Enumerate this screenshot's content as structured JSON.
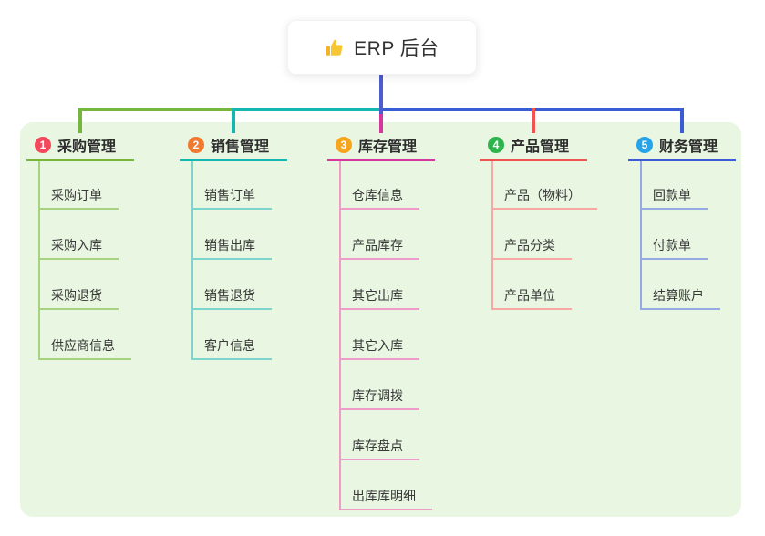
{
  "root": {
    "title": "ERP 后台",
    "icon": "thumbs-up-icon",
    "connector_color": "#4d5cd0",
    "box_bg": "#ffffff",
    "text_color": "#333333"
  },
  "panel": {
    "bg": "#e9f6e2"
  },
  "branches": [
    {
      "number": "1",
      "title": "采购管理",
      "color": "#77b63c",
      "light_color": "#a6d37f",
      "badge_color": "#f2495c",
      "children": [
        "采购订单",
        "采购入库",
        "采购退货",
        "供应商信息"
      ]
    },
    {
      "number": "2",
      "title": "销售管理",
      "color": "#14b8b0",
      "light_color": "#7ed5cd",
      "badge_color": "#f27a30",
      "children": [
        "销售订单",
        "销售出库",
        "销售退货",
        "客户信息"
      ]
    },
    {
      "number": "3",
      "title": "库存管理",
      "color": "#d6379c",
      "light_color": "#ef9ccb",
      "badge_color": "#f6a51f",
      "children": [
        "仓库信息",
        "产品库存",
        "其它出库",
        "其它入库",
        "库存调拨",
        "库存盘点",
        "出库库明细"
      ]
    },
    {
      "number": "4",
      "title": "产品管理",
      "color": "#f25351",
      "light_color": "#f9a9a4",
      "badge_color": "#2eb44d",
      "children": [
        "产品（物料）",
        "产品分类",
        "产品单位"
      ]
    },
    {
      "number": "5",
      "title": "财务管理",
      "color": "#3a5cd5",
      "light_color": "#95a9e4",
      "badge_color": "#27a3e8",
      "children": [
        "回款单",
        "付款单",
        "结算账户"
      ]
    }
  ]
}
